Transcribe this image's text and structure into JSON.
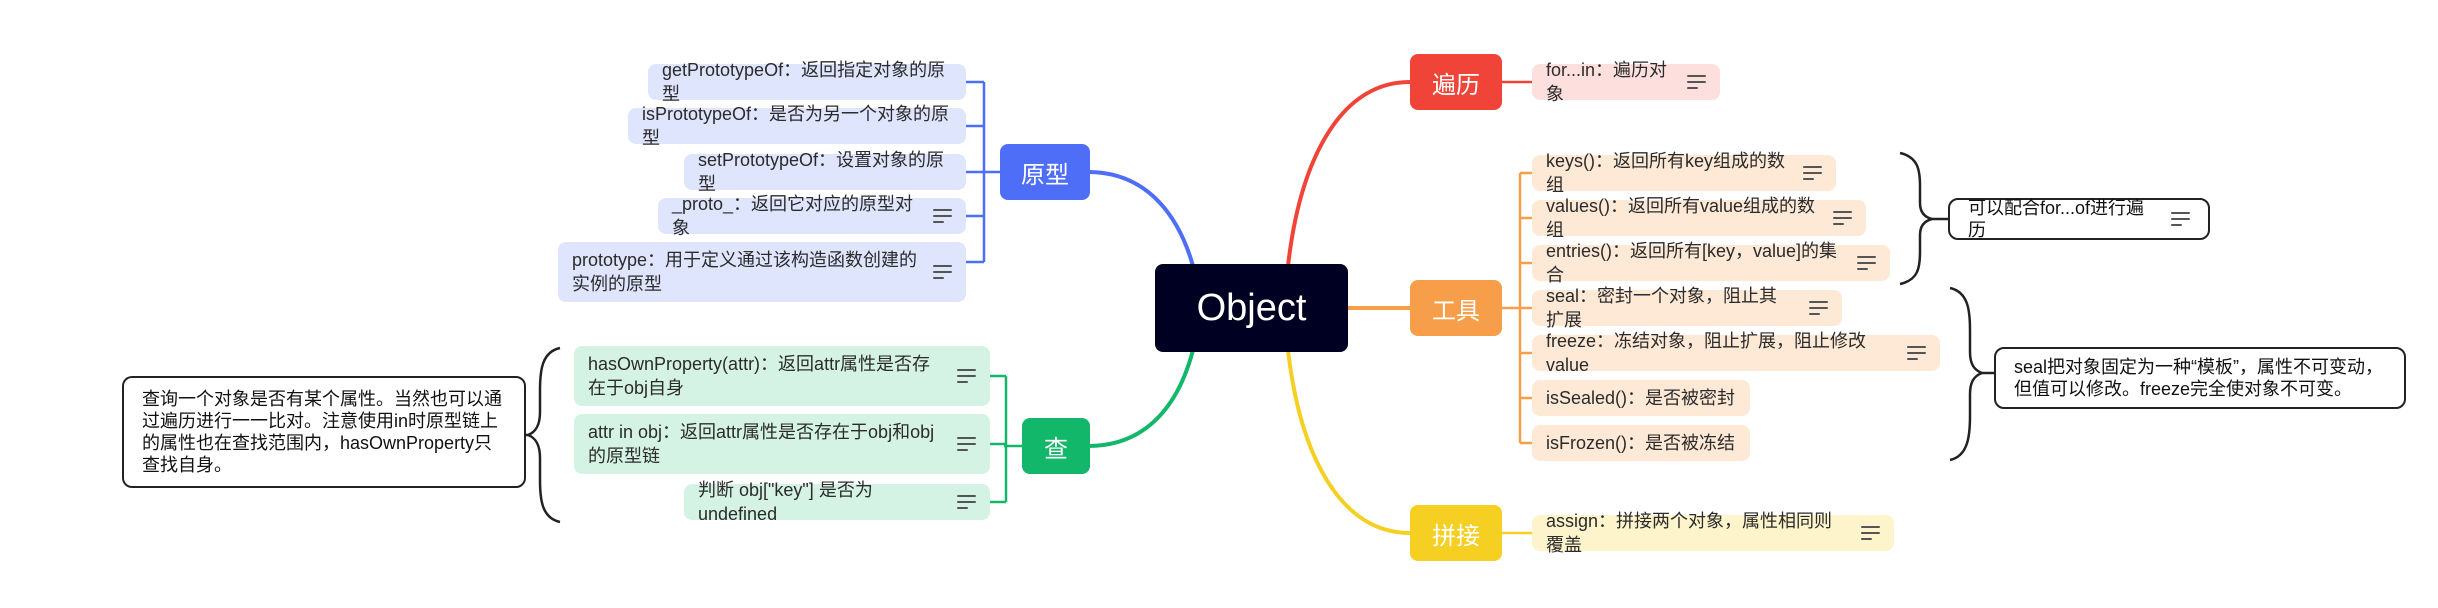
{
  "root": {
    "label": "Object"
  },
  "colors": {
    "root": "#000122",
    "proto": "#4f6ef7",
    "proto_leaf": "#dfe5fd",
    "cha": "#12b76a",
    "cha_leaf": "#d5f3e4",
    "bianli": "#f04438",
    "bianli_leaf": "#fde0dd",
    "gongju": "#f79e4a",
    "gongju_leaf": "#fde9d6",
    "pinjie": "#f5cf21",
    "pinjie_leaf": "#fdf4cc"
  },
  "branches": {
    "proto": {
      "label": "原型",
      "items": [
        "getPrototypeOf：返回指定对象的原型",
        "isPrototypeOf：是否为另一个对象的原型",
        "setPrototypeOf：设置对象的原型",
        "_proto_：返回它对应的原型对象",
        "prototype：用于定义通过该构造函数创建的实例的原型"
      ]
    },
    "cha": {
      "label": "查",
      "items": [
        "hasOwnProperty(attr)：返回attr属性是否存在于obj自身",
        "attr in obj：返回attr属性是否存在于obj和obj的原型链",
        "判断 obj[\"key\"] 是否为undefined"
      ],
      "note": "查询一个对象是否有某个属性。当然也可以通过遍历进行一一比对。注意使用in时原型链上的属性也在查找范围内，hasOwnProperty只查找自身。"
    },
    "bianli": {
      "label": "遍历",
      "items": [
        "for...in：遍历对象"
      ]
    },
    "gongju": {
      "label": "工具",
      "items": [
        "keys()：返回所有key组成的数组",
        "values()：返回所有value组成的数组",
        "entries()：返回所有[key，value]的集合",
        "seal：密封一个对象，阻止其扩展",
        "freeze：冻结对象，阻止扩展，阻止修改value",
        "isSealed()：是否被密封",
        "isFrozen()：是否被冻结"
      ],
      "note1": "可以配合for...of进行遍历",
      "note2": "seal把对象固定为一种“模板”，属性不可变动，但值可以修改。freeze完全使对象不可变。"
    },
    "pinjie": {
      "label": "拼接",
      "items": [
        "assign：拼接两个对象，属性相同则覆盖"
      ]
    }
  }
}
